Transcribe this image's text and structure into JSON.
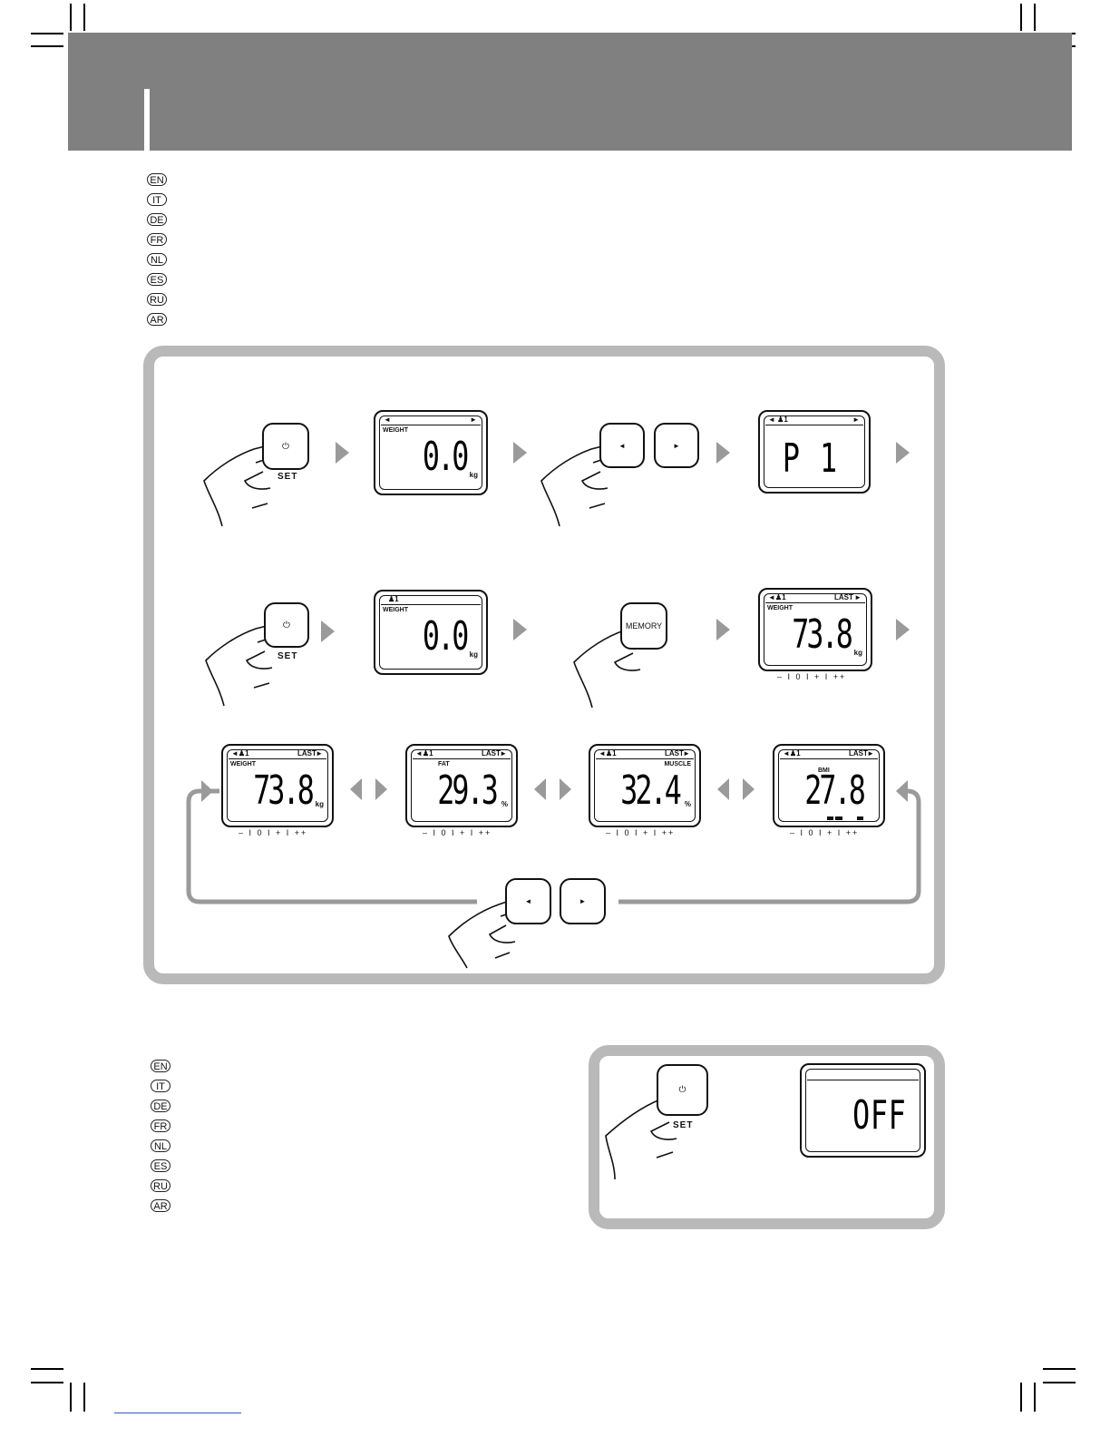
{
  "languages_top": [
    "EN",
    "IT",
    "DE",
    "FR",
    "NL",
    "ES",
    "RU",
    "AR"
  ],
  "languages_bottom": [
    "EN",
    "IT",
    "DE",
    "FR",
    "NL",
    "ES",
    "RU",
    "AR"
  ],
  "buttons": {
    "set": "SET",
    "memory": "MEMORY",
    "power_icon": "power-icon",
    "left_icon": "left-triangle-icon",
    "right_icon": "right-triangle-icon"
  },
  "row1": {
    "lcd1": {
      "label": "WEIGHT",
      "value": "0.0",
      "unit": "kg"
    },
    "lcd2": {
      "header": "◄ ♟1",
      "header_right": "►",
      "value": "P 1"
    }
  },
  "row2": {
    "lcd1": {
      "header": "♟1",
      "label": "WEIGHT",
      "value": "0.0",
      "unit": "kg"
    },
    "lcd2": {
      "header": "◄♟1",
      "header_mid": "LAST",
      "header_right": "►",
      "label": "WEIGHT",
      "value": "73.8",
      "unit": "kg",
      "scale": "– I 0 I + I ++"
    }
  },
  "row3": [
    {
      "header": "◄♟1",
      "header_mid": "LAST",
      "header_right": "►",
      "label": "WEIGHT",
      "value": "73.8",
      "unit": "kg",
      "scale": "– I 0 I + I ++"
    },
    {
      "header": "◄♟1",
      "header_mid": "LAST",
      "header_right": "►",
      "label": "FAT",
      "value": "29.3",
      "unit": "%",
      "scale": "– I 0 I + I ++"
    },
    {
      "header": "◄♟1",
      "header_mid": "LAST",
      "header_right": "►",
      "label": "MUSCLE",
      "value": "32.4",
      "unit": "%",
      "scale": "– I 0 I + I ++"
    },
    {
      "header": "◄♟1",
      "header_mid": "LAST",
      "header_right": "►",
      "label": "BMI",
      "value": "27.8",
      "unit": "",
      "scale": "– I 0 I + I ++"
    }
  ],
  "off_panel": {
    "value": "OFF"
  }
}
